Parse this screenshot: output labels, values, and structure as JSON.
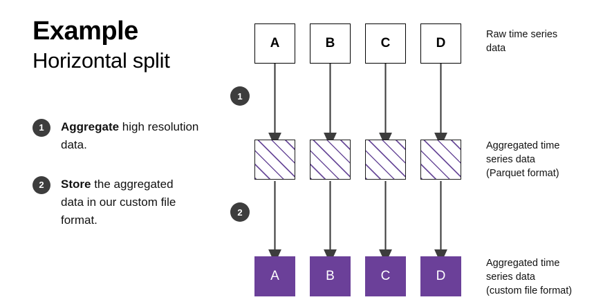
{
  "slide": {
    "title": "Example",
    "subtitle": "Horizontal split"
  },
  "steps": [
    {
      "number": "1",
      "bold_lead": "Aggregate",
      "rest": " high resolution data.",
      "full_text": "Aggregate high resolution data."
    },
    {
      "number": "2",
      "bold_lead": "Store",
      "rest": " the aggregated data in our custom file format.",
      "full_text": "Store the aggregated data in our custom file format."
    }
  ],
  "diagram": {
    "columns": [
      "A",
      "B",
      "C",
      "D"
    ],
    "rows": [
      {
        "id": "raw",
        "label": "Raw time series\ndata",
        "style": "outlined-white",
        "cells": [
          "A",
          "B",
          "C",
          "D"
        ]
      },
      {
        "id": "aggregated",
        "label": "Aggregated time\nseries data\n(Parquet format)",
        "style": "hatched-purple",
        "cells": [
          "",
          "",
          "",
          ""
        ]
      },
      {
        "id": "stored",
        "label": "Aggregated time\nseries data\n(custom file format)",
        "style": "solid-purple",
        "cells": [
          "A",
          "B",
          "C",
          "D"
        ]
      }
    ],
    "step_markers": [
      {
        "number": "1",
        "between": "raw-to-aggregated"
      },
      {
        "number": "2",
        "between": "aggregated-to-stored"
      }
    ]
  },
  "colors": {
    "purple_solid": "#6b4099",
    "purple_hatch": "#6b4c9a",
    "badge_gray": "#3d3d3d",
    "arrow_gray": "#3d3d3d",
    "box_border": "#000000",
    "text": "#111111",
    "background": "#ffffff"
  }
}
